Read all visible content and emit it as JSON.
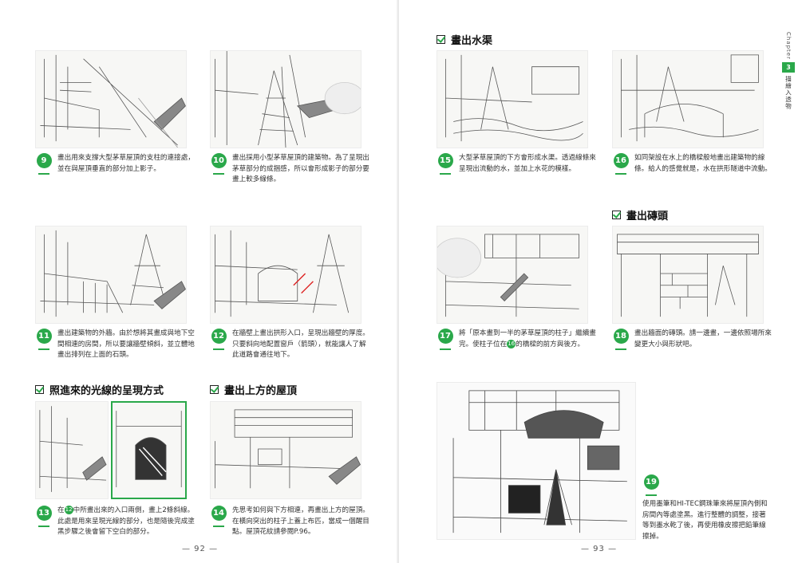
{
  "chapter": {
    "word": "Chapter",
    "number": "3",
    "title": "描繪入透物"
  },
  "sections": {
    "light": "照進來的光線的呈現方式",
    "roof": "畫出上方的屋頂",
    "canal": "畫出水渠",
    "brick": "畫出磚頭"
  },
  "steps": [
    {
      "num": "9",
      "text": "畫出用來支撐大型茅草屋頂的支柱的連接處，並在與屋頂垂直的部分加上影子。"
    },
    {
      "num": "10",
      "text": "畫出採用小型茅草屋頂的建築物。為了呈現出茅草部分的成捆感，所以會形成影子的部分要畫上較多線條。"
    },
    {
      "num": "11",
      "text": "畫出建築物的外牆。由於想將其畫成與地下空間相連的房間，所以要讓牆壁傾斜，並立體地畫出排列在上面的石頭。"
    },
    {
      "num": "12",
      "text": "在牆壁上畫出拱形入口，呈現出牆壁的厚度。只要斜向地配置窗戶（箭頭），就能讓人了解此道路會通往地下。"
    },
    {
      "num": "13",
      "pre": "在",
      "ref": "12",
      "text": "中所畫出來的入口兩側，畫上2條斜線。此處是用來呈現光線的部分，也是隨後完成塗黑步驟之後會留下空白的部分。"
    },
    {
      "num": "14",
      "text": "先思考如何與下方相連，再畫出上方的屋頂。在橫向突出的柱子上蓋上布匹，當成一個醒目點。屋頂花紋請參閱P.96。"
    },
    {
      "num": "15",
      "text": "大型茅草屋頂的下方會形成水渠。透過線條來呈現出流動的水，並加上水花的模樣。"
    },
    {
      "num": "16",
      "text": "如同架設在水上的橋樑般地畫出建築物的線條。給人的感覺就是，水在拱形隧道中流動。"
    },
    {
      "num": "17",
      "pre": "將「原本畫到一半的茅草屋頂的柱子」繼續畫完。使柱子位在",
      "ref": "16",
      "text": "的橋樑的前方與後方。"
    },
    {
      "num": "18",
      "text": "畫出牆面的磚頭。請一邊畫，一邊依照場所來變更大小與形狀吧。"
    },
    {
      "num": "19",
      "text": "使用墨筆和HI-TEC鋼珠筆來將屋頂內側和房間內等處塗黑。進行整體的調整，接著等到墨水乾了後，再使用橡皮擦把鉛筆線擦掉。"
    }
  ],
  "page_numbers": {
    "left": "— 92 —",
    "right": "— 93 —"
  },
  "colors": {
    "accent": "#2aa84a"
  }
}
